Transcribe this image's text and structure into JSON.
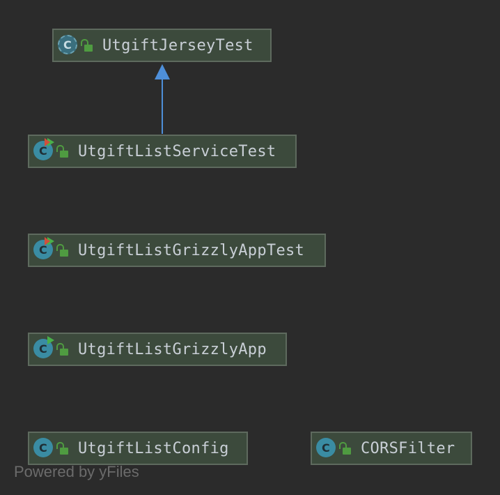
{
  "diagram": {
    "nodes": [
      {
        "id": "jersey-test",
        "label": "UtgiftJerseyTest",
        "kind": "abstract-class",
        "badge": null,
        "visibility": "public"
      },
      {
        "id": "service-test",
        "label": "UtgiftListServiceTest",
        "kind": "class",
        "badge": "test",
        "visibility": "public"
      },
      {
        "id": "grizzly-app-test",
        "label": "UtgiftListGrizzlyAppTest",
        "kind": "class",
        "badge": "test",
        "visibility": "public"
      },
      {
        "id": "grizzly-app",
        "label": "UtgiftListGrizzlyApp",
        "kind": "class",
        "badge": "run",
        "visibility": "public"
      },
      {
        "id": "config",
        "label": "UtgiftListConfig",
        "kind": "class",
        "badge": null,
        "visibility": "public"
      },
      {
        "id": "cors-filter",
        "label": "CORSFilter",
        "kind": "class",
        "badge": null,
        "visibility": "public"
      }
    ],
    "edges": [
      {
        "from": "service-test",
        "to": "jersey-test",
        "type": "extends"
      }
    ],
    "icon_glyph": "C"
  },
  "watermark": "Powered by yFiles",
  "colors": {
    "background": "#2b2b2b",
    "node_fill": "#3c4a3c",
    "node_border": "#5e6a5e",
    "text": "#c9cfd6",
    "class_icon": "#3a8ca3",
    "lock": "#4f9b41",
    "arrow": "#4e8fd9"
  }
}
